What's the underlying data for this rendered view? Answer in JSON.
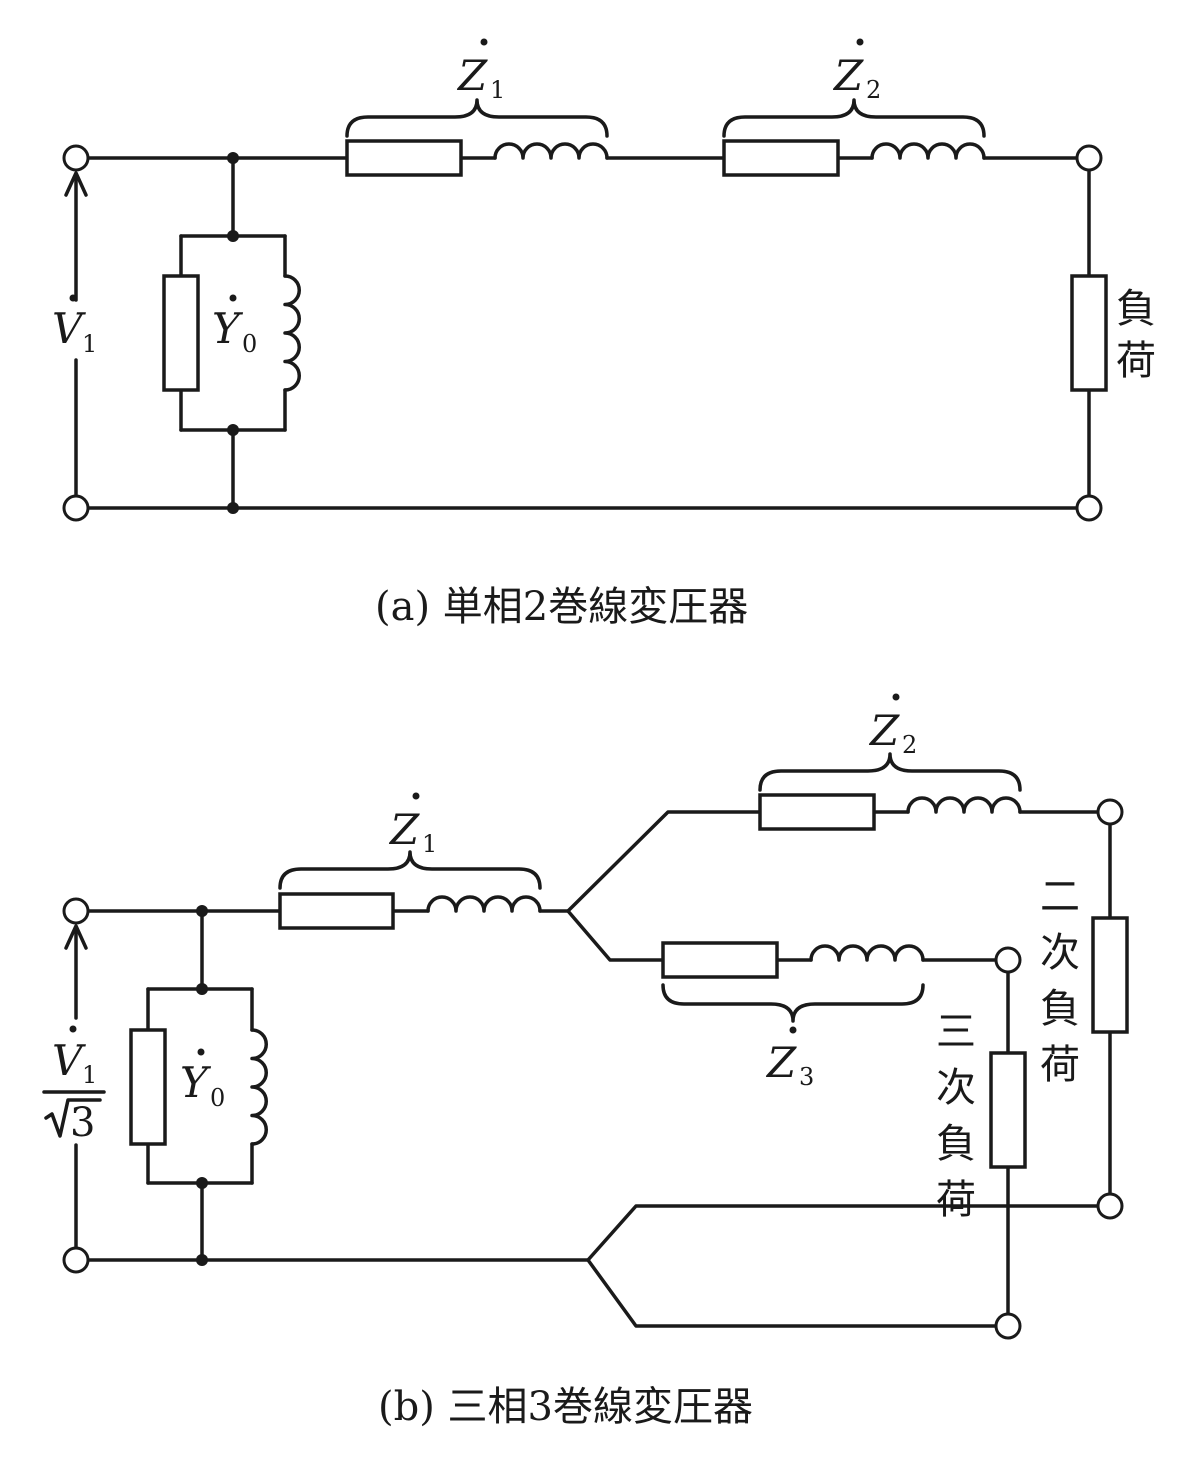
{
  "diagram_a": {
    "caption": "(a) 単相2巻線変圧器",
    "v1": {
      "symbol": "V",
      "sub": "1"
    },
    "y0": {
      "symbol": "Y",
      "sub": "0"
    },
    "z1": {
      "symbol": "Z",
      "sub": "1"
    },
    "z2": {
      "symbol": "Z",
      "sub": "2"
    },
    "load": {
      "line1": "負",
      "line2": "荷"
    }
  },
  "diagram_b": {
    "caption": "(b) 三相3巻線変圧器",
    "v1": {
      "symbol": "V",
      "sub": "1",
      "denominator": "3"
    },
    "y0": {
      "symbol": "Y",
      "sub": "0"
    },
    "z1": {
      "symbol": "Z",
      "sub": "1"
    },
    "z2": {
      "symbol": "Z",
      "sub": "2"
    },
    "z3": {
      "symbol": "Z",
      "sub": "3"
    },
    "secondary_load": {
      "c1": "二",
      "c2": "次",
      "c3": "負",
      "c4": "荷"
    },
    "tertiary_load": {
      "c1": "三",
      "c2": "次",
      "c3": "負",
      "c4": "荷"
    }
  }
}
